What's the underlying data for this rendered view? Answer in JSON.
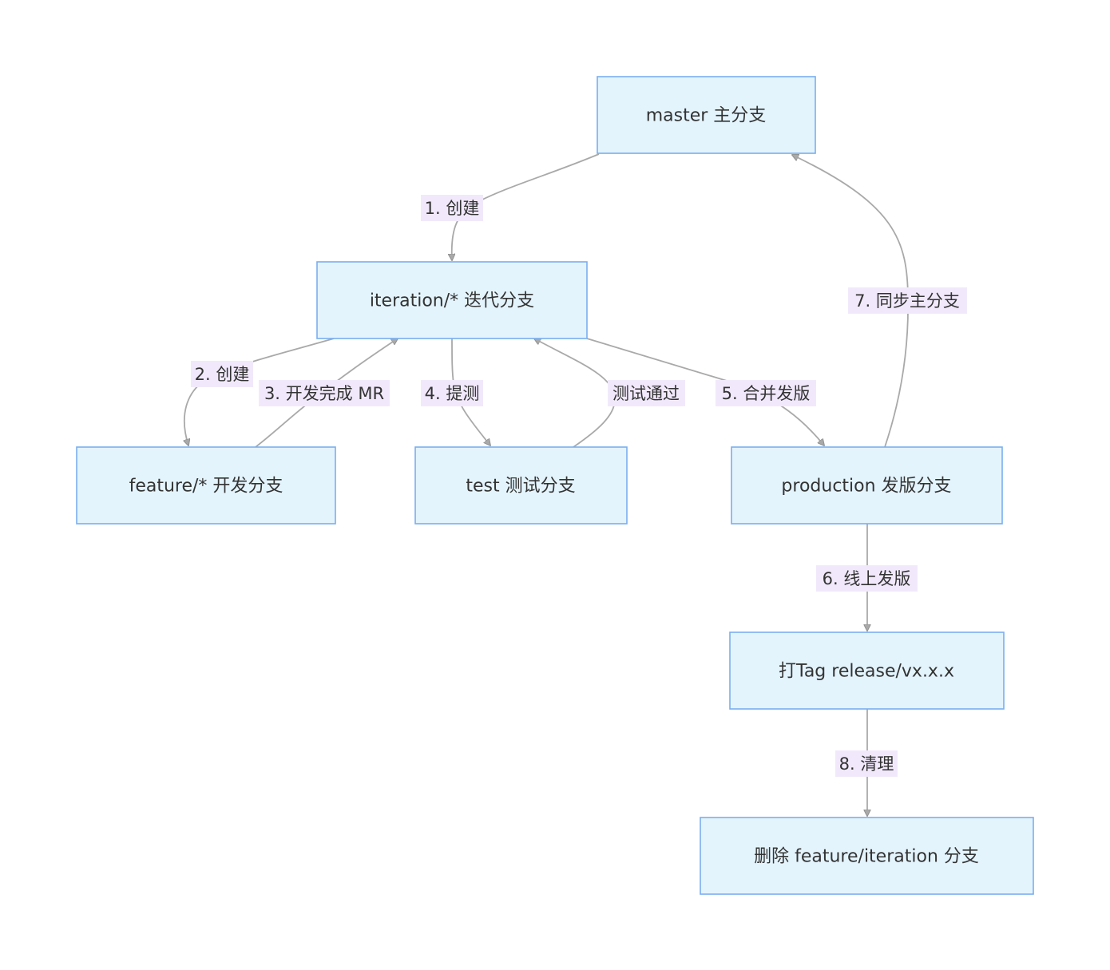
{
  "diagram": {
    "nodes": {
      "master": "master 主分支",
      "iteration": "iteration/* 迭代分支",
      "feature": "feature/* 开发分支",
      "test": "test 测试分支",
      "production": "production 发版分支",
      "tag": "打Tag release/vx.x.x",
      "cleanup": "删除 feature/iteration 分支"
    },
    "edges": {
      "step1": "1. 创建",
      "step2": "2. 创建",
      "step3": "3. 开发完成 MR",
      "step4": "4. 提测",
      "test_pass": "测试通过",
      "step5": "5. 合并发版",
      "step6": "6. 线上发版",
      "step7": "7. 同步主分支",
      "step8": "8. 清理"
    }
  }
}
